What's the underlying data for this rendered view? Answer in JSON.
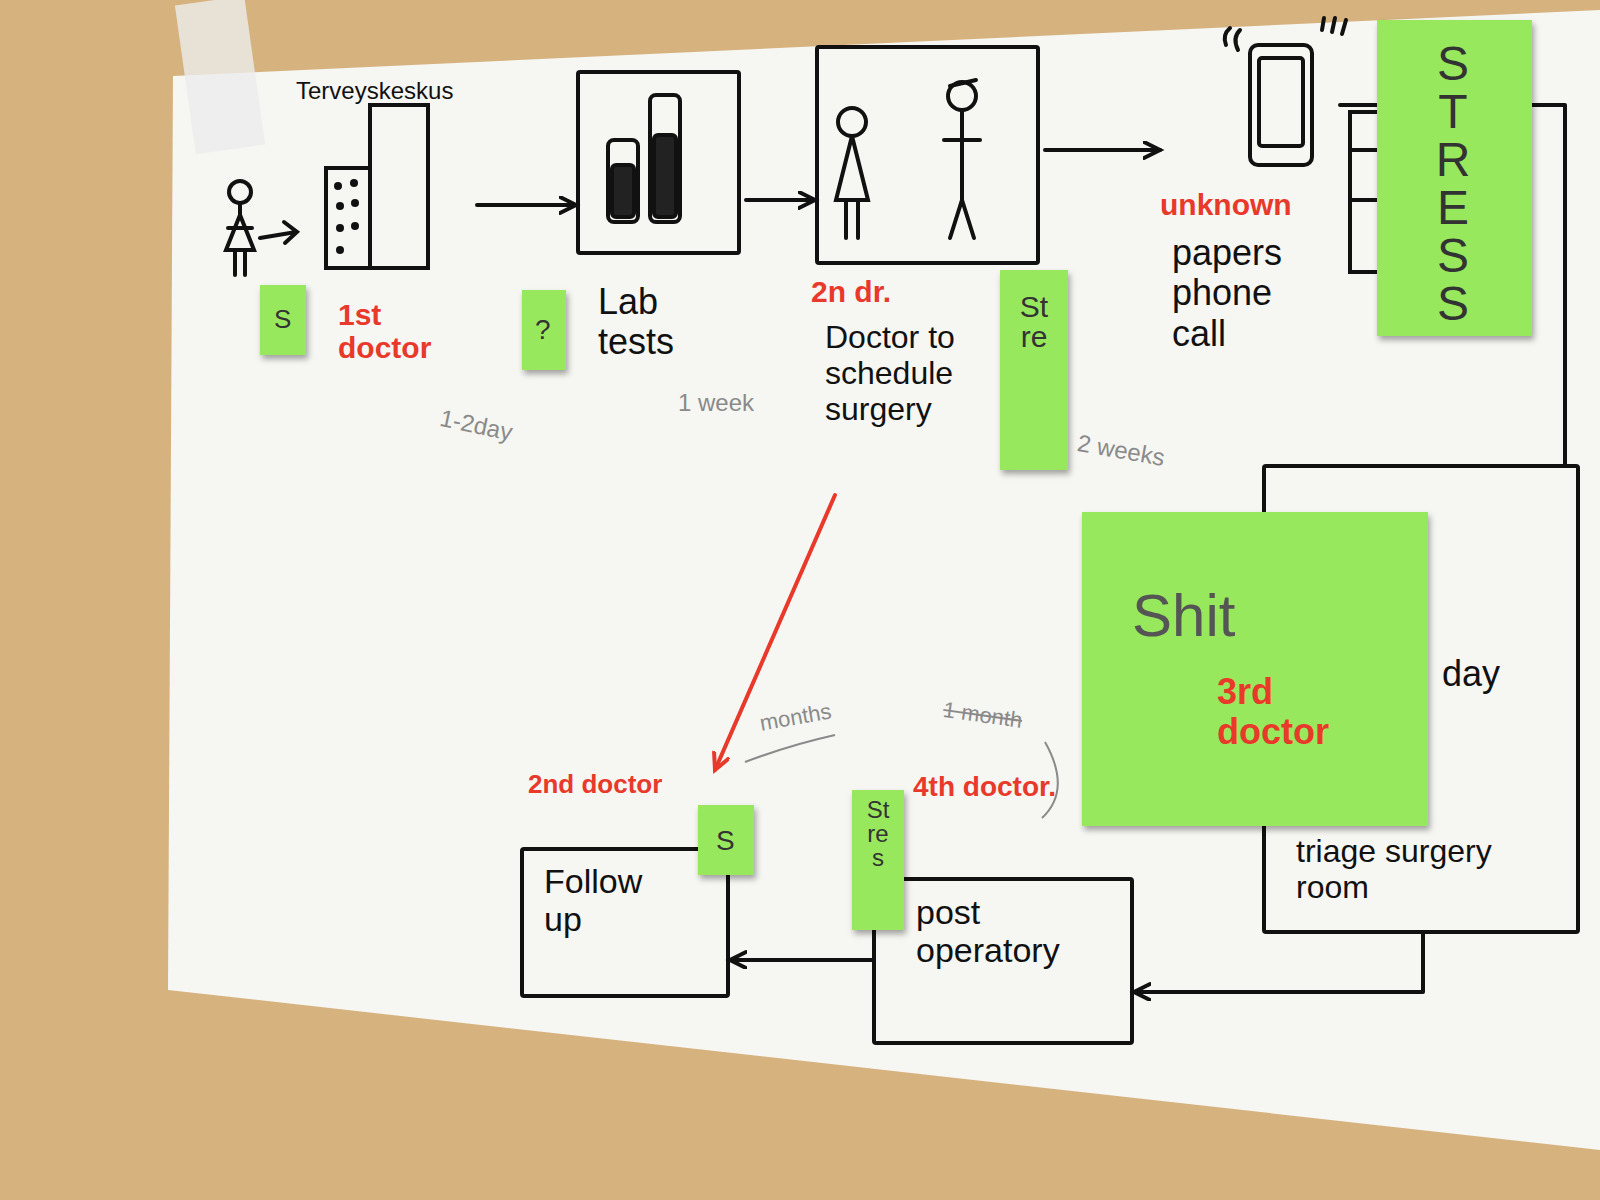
{
  "diagram": {
    "nodes": [
      {
        "text": [
          "Terveyskeskus"
        ]
      },
      {
        "text": [
          "Lab tests"
        ]
      },
      {
        "text": [
          "2n dr.",
          "Doctor to schedule surgery"
        ]
      },
      {
        "text": [
          "unknown",
          "papers phone call"
        ]
      },
      {
        "text": [
          "day",
          "triage surgery room"
        ]
      },
      {
        "text": [
          "post operatory"
        ]
      },
      {
        "text": [
          "2nd doctor",
          "Follow up"
        ]
      },
      {
        "text": [
          "S"
        ]
      },
      {
        "text": [
          "?"
        ]
      },
      {
        "text": [
          "Stre"
        ]
      },
      {
        "text": [
          "STRESS"
        ]
      },
      {
        "text": [
          "Shit",
          "3rd doctor"
        ]
      },
      {
        "text": [
          "S"
        ]
      },
      {
        "text": [
          "Stres"
        ]
      }
    ],
    "edges": [
      {
        "from": 0,
        "to": 1,
        "arrow": "to"
      },
      {
        "from": 1,
        "to": 2,
        "arrow": "to"
      },
      {
        "from": 2,
        "to": 3,
        "arrow": "to"
      },
      {
        "from": 3,
        "to": 4,
        "arrow": "none"
      },
      {
        "from": 4,
        "to": 5,
        "arrow": "to"
      },
      {
        "from": 5,
        "to": 6,
        "arrow": "to"
      },
      {
        "from": 2,
        "to": 6,
        "arrow": "to"
      }
    ],
    "labels": [
      "1st doctor",
      "1-2day",
      "1 week",
      "2 weeks",
      "months",
      "1 month",
      "4th doctor."
    ]
  }
}
